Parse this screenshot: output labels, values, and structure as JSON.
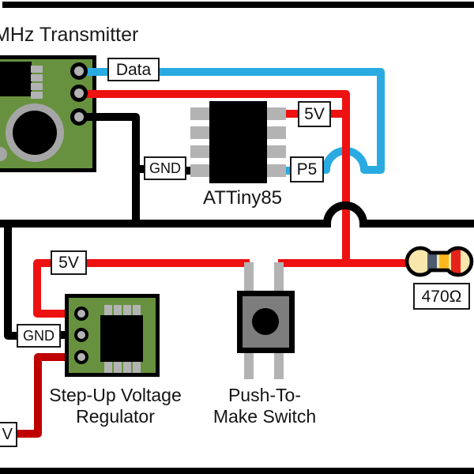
{
  "title": "MHz Transmitter",
  "labels": {
    "data": "Data",
    "v5_top": "5V",
    "p5": "P5",
    "gnd_top": "GND",
    "v5_bottom": "5V",
    "gnd_bottom": "GND",
    "v_in": "V",
    "resistor_value": "470Ω"
  },
  "components": {
    "attiny85": "ATTiny85",
    "regulator_line1": "Step-Up Voltage",
    "regulator_line2": "Regulator",
    "switch_line1": "Push-To-",
    "switch_line2": "Make Switch"
  },
  "colors": {
    "wire_blue": "#29abe2",
    "wire_red": "#ee1111",
    "wire_red_dark": "#c00000",
    "wire_black": "#000000",
    "pcb_green": "#67913e",
    "pin_gray": "#b3b3b3",
    "switch_gray": "#7d7d7d",
    "resistor_body": "#f7e7ad",
    "resistor_band_1": "#4e5c70",
    "resistor_band_2": "#ffb81c",
    "resistor_band_3": "#e5231b"
  }
}
